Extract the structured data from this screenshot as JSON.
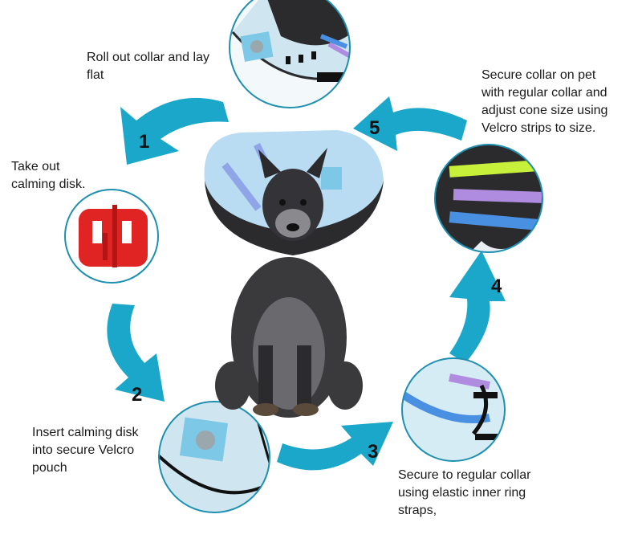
{
  "steps": [
    {
      "number": "1",
      "text": "Roll out collar and lay\nflat"
    },
    {
      "number": "2",
      "text": "Take out\ncalming disk."
    },
    {
      "number": "3",
      "text": "Insert calming disk\ninto secure Velcro\npouch"
    },
    {
      "number": "4",
      "text": "Secure to regular collar\nusing elastic inner ring\nstraps,"
    },
    {
      "number": "5",
      "text": "Secure collar on pet\nwith regular collar and\nadjust cone size using\nVelcro strips to size."
    }
  ],
  "colors": {
    "arrow": "#1aa7c9",
    "circle_border": "#1f8fb0",
    "disk_red": "#e02424",
    "cone_blue": "#b9dcf2",
    "fabric": "#cfe6f1",
    "velcro_green": "#c6f03a",
    "velcro_purple": "#b08ce0",
    "velcro_blue": "#4a90e2",
    "dog_dark": "#2b2b2e"
  }
}
